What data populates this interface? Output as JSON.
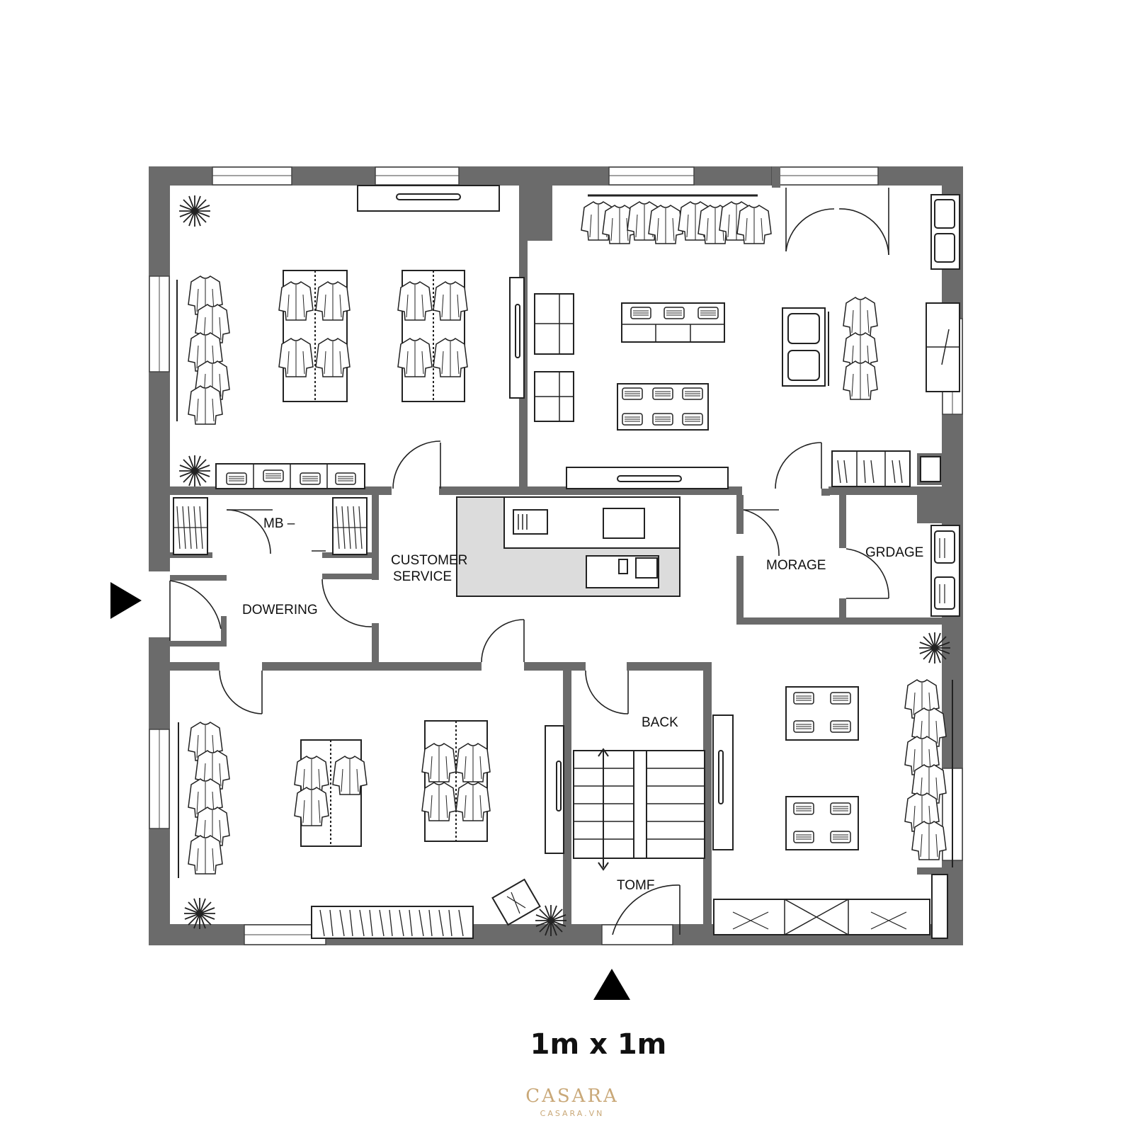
{
  "plan": {
    "rooms": {
      "dressing_upper": "MB –",
      "customer_service_line1": "CUSTOMER",
      "customer_service_line2": "SERVICE",
      "entry": "DOWERING",
      "storage": "MORAGE",
      "garage": "GRDAGE",
      "back": "BACK",
      "stair": "TOMF"
    },
    "scale_label": "1m x 1m",
    "colors": {
      "wall": "#6b6b6b",
      "counter": "#dcdcdc",
      "brand": "#c9a878"
    }
  },
  "logo": {
    "brand": "CASARA",
    "url": "CASARA.VN"
  }
}
